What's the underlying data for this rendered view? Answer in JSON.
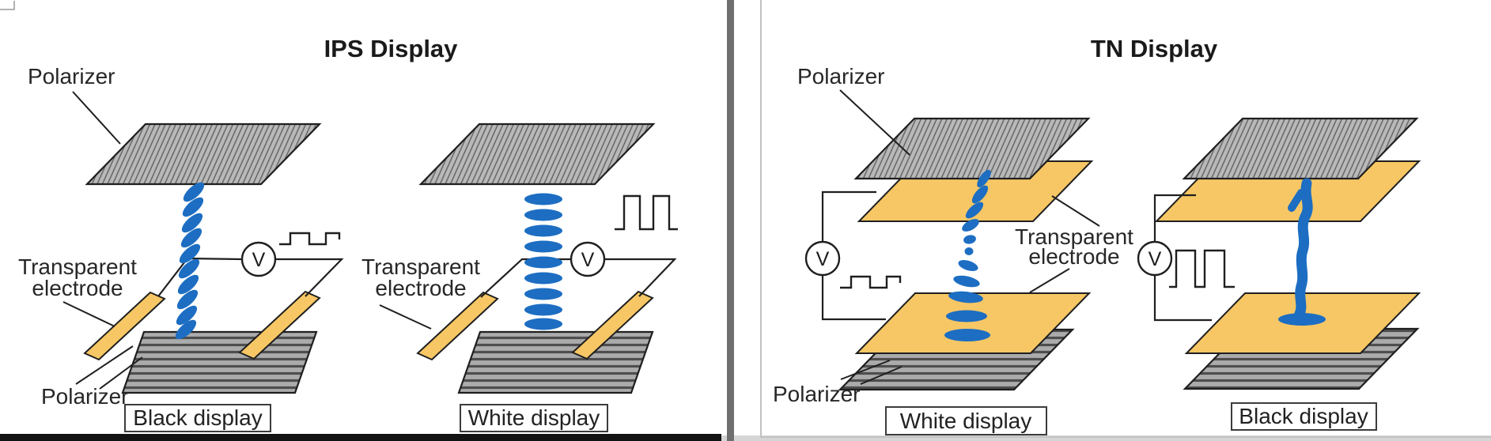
{
  "panels": {
    "ips": {
      "title": "IPS Display",
      "labels": {
        "polarizer_top": "Polarizer",
        "transparent_line1": "Transparent",
        "transparent_line2": "electrode",
        "polarizer_bottom": "Polarizer"
      },
      "diagrams": [
        {
          "caption": "Black display",
          "voltage_state": "low"
        },
        {
          "caption": "White display",
          "voltage_state": "high"
        }
      ]
    },
    "tn": {
      "title": "TN Display",
      "labels": {
        "polarizer_top": "Polarizer",
        "transparent_line1": "Transparent",
        "transparent_line2": "electrode",
        "polarizer_bottom": "Polarizer"
      },
      "diagrams": [
        {
          "caption": "White display",
          "voltage_state": "low"
        },
        {
          "caption": "Black display",
          "voltage_state": "high"
        }
      ]
    }
  },
  "voltage_source": {
    "label": "V"
  },
  "colors": {
    "polarizer_gray": "#b9b9b9",
    "polarizer_stripe_gray": "#ababab",
    "electrode_orange": "#f7c765",
    "crystal_blue": "#1d6ec2",
    "outline": "#1f1f1f"
  }
}
